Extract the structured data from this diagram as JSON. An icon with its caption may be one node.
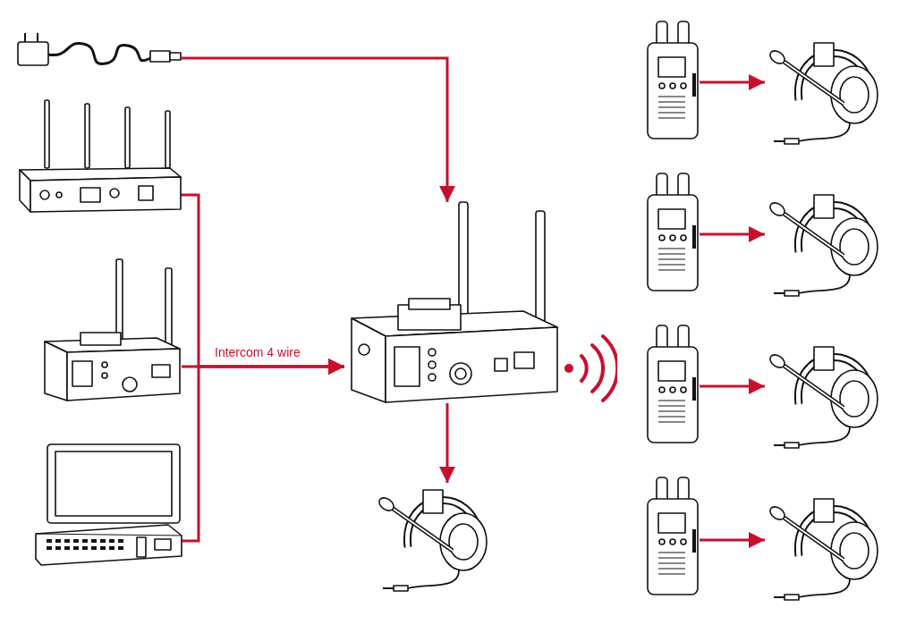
{
  "diagram": {
    "nodes": [
      {
        "text": [],
        "shape": "picture"
      },
      {
        "text": [],
        "shape": "picture"
      },
      {
        "text": [],
        "shape": "picture"
      },
      {
        "text": [],
        "shape": "picture"
      },
      {
        "text": [],
        "shape": "picture"
      },
      {
        "text": [],
        "shape": "picture"
      },
      {
        "text": [],
        "shape": "picture"
      },
      {
        "text": [],
        "shape": "picture"
      },
      {
        "text": [],
        "shape": "picture"
      },
      {
        "text": [],
        "shape": "picture"
      },
      {
        "text": [],
        "shape": "picture"
      },
      {
        "text": [],
        "shape": "picture"
      },
      {
        "text": [],
        "shape": "picture"
      },
      {
        "text": [],
        "shape": "picture"
      }
    ],
    "edges": [
      {
        "from": 0,
        "to": 4,
        "arrow": "to"
      },
      {
        "from": 1,
        "to": 4,
        "arrow": "to"
      },
      {
        "from": 2,
        "to": 4,
        "arrow": "to",
        "label": "Intercom 4 wire"
      },
      {
        "from": 3,
        "to": 4,
        "arrow": "to"
      },
      {
        "from": 4,
        "to": 5,
        "arrow": "to"
      },
      {
        "from": 6,
        "to": 10,
        "arrow": "to"
      },
      {
        "from": 7,
        "to": 11,
        "arrow": "to"
      },
      {
        "from": 8,
        "to": 12,
        "arrow": "to"
      },
      {
        "from": 9,
        "to": 13,
        "arrow": "to"
      }
    ]
  }
}
